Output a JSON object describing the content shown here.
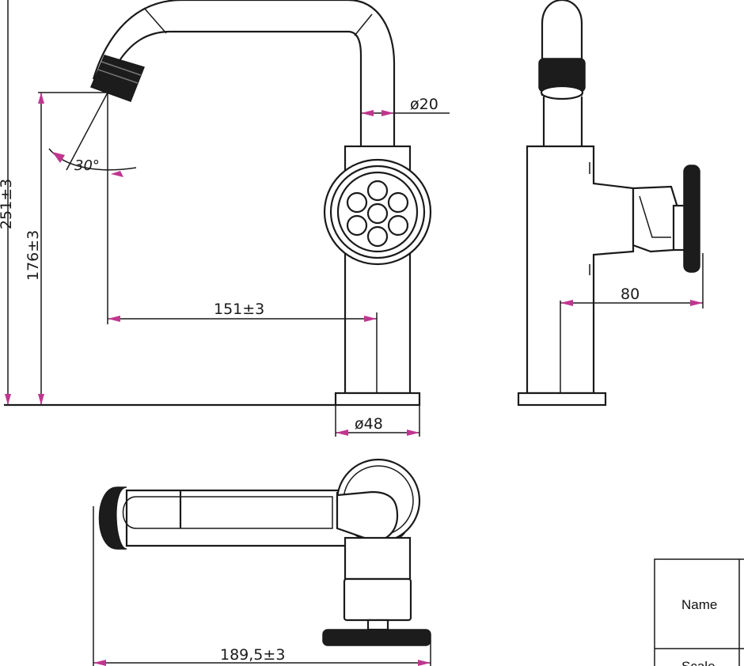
{
  "drawing": {
    "dimensions": {
      "total_height": "251±3",
      "spout_height": "176±3",
      "spout_reach": "151±3",
      "spout_diameter": "ø20",
      "base_diameter": "ø48",
      "spout_angle": "30°",
      "handle_depth": "80",
      "top_length": "189,5±3"
    },
    "title_block": {
      "name_label": "Name",
      "scale_label": "Scale"
    },
    "colors": {
      "line": "#1a1a1a",
      "dimension_arrow": "#c0368f",
      "fill_dark": "#1c1c1c"
    }
  }
}
